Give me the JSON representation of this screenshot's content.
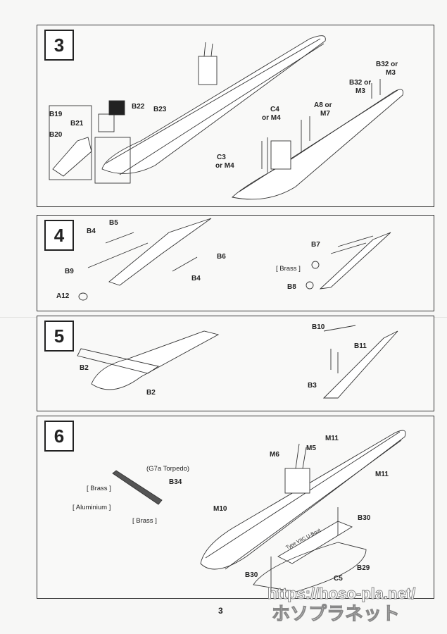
{
  "page_number": "3",
  "watermark": {
    "url": "https://hoso-pla.net/",
    "name": "ホソプラネット"
  },
  "steps": [
    {
      "number": "3",
      "labels": [
        "B19",
        "B21",
        "B20",
        "B22",
        "B23",
        "B32 or",
        "M3",
        "B32 or",
        "M3",
        "A8 or",
        "M7",
        "C4",
        "or M4",
        "C3",
        "or M4"
      ]
    },
    {
      "number": "4",
      "labels": [
        "B5",
        "B4",
        "B6",
        "B9",
        "B4",
        "A12",
        "B7",
        "[ Brass ]",
        "B8"
      ]
    },
    {
      "number": "5",
      "labels": [
        "B10",
        "B11",
        "B2",
        "B2",
        "B3"
      ]
    },
    {
      "number": "6",
      "labels": [
        "M11",
        "M6",
        "M5",
        "M11",
        "(G7a Torpedo)",
        "B34",
        "[ Brass ]",
        "[ Aluminium ]",
        "[ Brass ]",
        "M10",
        "B30",
        "B29",
        "B30",
        "C5"
      ]
    }
  ],
  "stand_plate": "Type VIIC U-Boot"
}
